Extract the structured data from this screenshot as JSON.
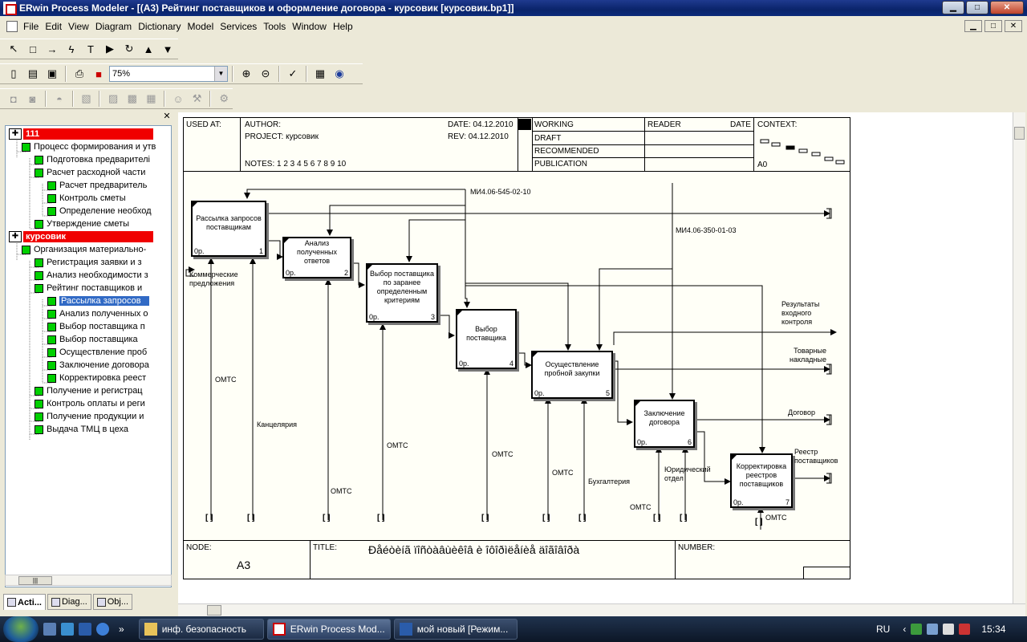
{
  "window": {
    "title": "ERwin Process Modeler - [(А3) Рейтинг  поставщиков  и оформление  договора - курсовик  [курсовик.bp1]]",
    "min": "▁",
    "max": "□",
    "close": "✕"
  },
  "menu": [
    "File",
    "Edit",
    "View",
    "Diagram",
    "Dictionary",
    "Model",
    "Services",
    "Tools",
    "Window",
    "Help"
  ],
  "zoom": {
    "value": "75%"
  },
  "tree": {
    "nodes": [
      "111",
      "Процесс формирования и утв",
      "Подготовка предварителі",
      "Расчет расходной части",
      "Расчет предваритель",
      "Контроль сметы",
      "Определение необход",
      "Утверждение сметы",
      "курсовик",
      "Организация материально-",
      "Регистрация заявки и з",
      "Анализ необходимости з",
      "Рейтинг поставщиков и",
      "Рассылка запросов",
      "Анализ полученных о",
      "Выбор поставщика п",
      "Выбор поставщика",
      "Осуществление проб",
      "Заключение договора",
      "Корректировка реест",
      "Получение и регистрац",
      "Контроль оплаты и реги",
      "Получение продукции и",
      "Выдача ТМЦ в цеха"
    ],
    "scroll_thumb": "|||"
  },
  "tabs": [
    "Acti...",
    "Diag...",
    "Obj..."
  ],
  "header": {
    "used_at": "USED AT:",
    "author": "AUTHOR:",
    "project": "PROJECT:  курсовик",
    "notes": "NOTES:  1  2  3  4  5  6  7  8  9  10",
    "date": "DATE: 04.12.2010",
    "rev": "REV:   04.12.2010",
    "working": "WORKING",
    "draft": "DRAFT",
    "recommended": "RECOMMENDED",
    "publication": "PUBLICATION",
    "reader": "READER",
    "reader_date": "DATE",
    "context": "CONTEXT:",
    "context_node": "A0"
  },
  "footer": {
    "node_label": "NODE:",
    "node_value": "A3",
    "title_label": "TITLE:",
    "title_value": "Ðåéòèíã  ïîñòàâùèêîâ  è îôîðìëåíèå  äîãîâîðà",
    "number_label": "NUMBER:"
  },
  "activities": [
    {
      "name": "Рассылка запросов поставщикам",
      "cost": "0р.",
      "num": "1"
    },
    {
      "name": "Анализ полученных ответов",
      "cost": "0р.",
      "num": "2"
    },
    {
      "name": "Выбор поставщика по заранее определенным критериям",
      "cost": "0р.",
      "num": "3"
    },
    {
      "name": "Выбор поставщика",
      "cost": "0р.",
      "num": "4"
    },
    {
      "name": "Осуществление пробной закупки",
      "cost": "0р.",
      "num": "5"
    },
    {
      "name": "Заключение договора",
      "cost": "0р.",
      "num": "6"
    },
    {
      "name": "Корректировка реестров поставщиков",
      "cost": "0р.",
      "num": "7"
    }
  ],
  "labels": {
    "mi1": "МИ4.06-545-02-10",
    "mi2": "МИ4.06-350-01-03",
    "commercial": "Коммерческие предложения",
    "omts": "ОМТС",
    "office": "Канцелярия",
    "accounting": "Бухгалтерия",
    "legal": "Юридический отдел",
    "results": "Результаты входного контроля",
    "invoices": "Товарные накладные",
    "contract": "Договор",
    "registry": "Реестр поставщиков",
    "tunnel": "[ ]"
  },
  "taskbar": {
    "buttons": [
      "инф. безопасность",
      "ERwin Process Mod...",
      "мой новый [Режим..."
    ],
    "lang": "RU",
    "time": "15:34",
    "more": "»"
  }
}
